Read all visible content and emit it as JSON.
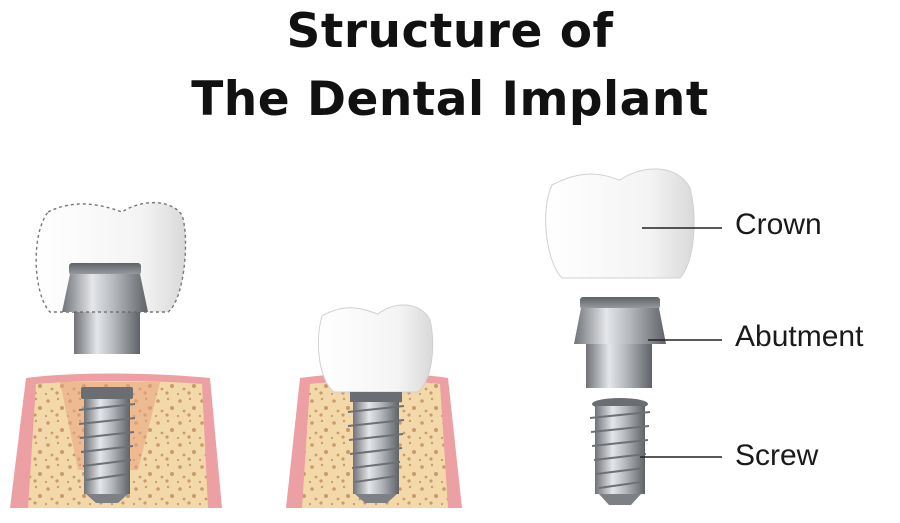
{
  "title": {
    "line1": "Structure of",
    "line2": "The Dental Implant"
  },
  "labels": {
    "crown": "Crown",
    "abutment": "Abutment",
    "screw": "Screw"
  },
  "colors": {
    "bone": "#f3d9a9",
    "gum": "#eda0a3",
    "metal": "#a5a8ad",
    "crown": "#f7f7f7"
  }
}
